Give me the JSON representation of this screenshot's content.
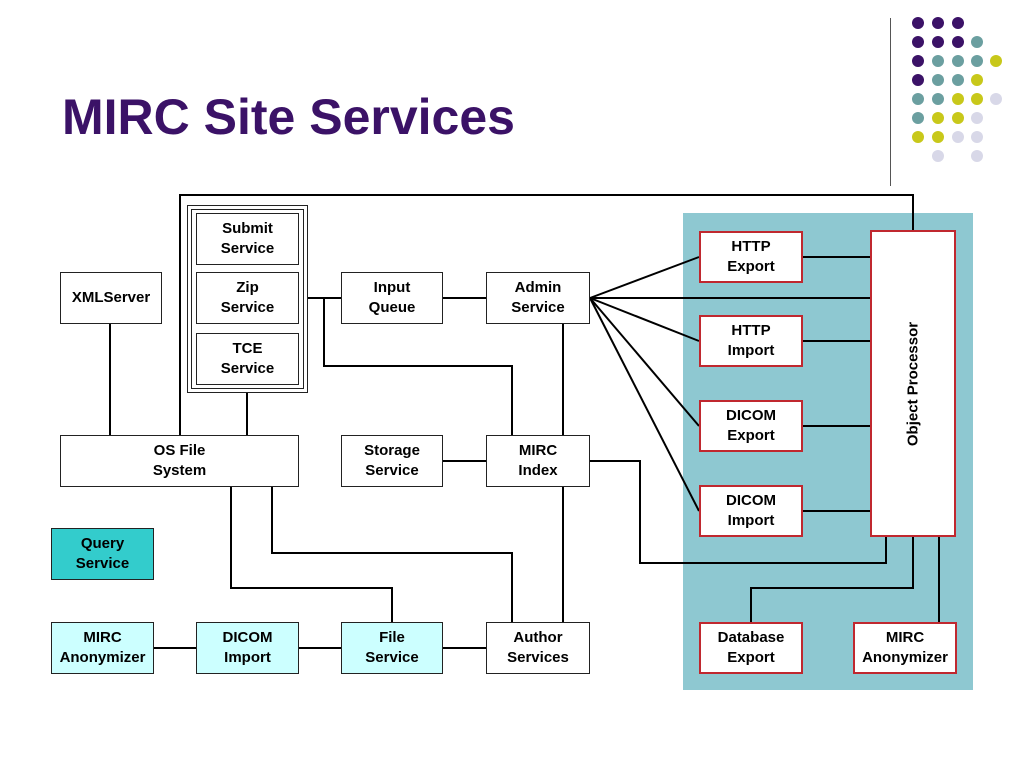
{
  "slide": {
    "title": "MIRC Site Services"
  },
  "colors": {
    "title": "#3b1267",
    "panel": "#8ec8d1",
    "red_border": "#c0282f",
    "cyan_fill": "#ccffff",
    "teal_fill": "#33cccc",
    "dot_purple": "#3b1267",
    "dot_teal": "#6b9fa0",
    "dot_yellow": "#c8c81a",
    "dot_lavender": "#d8d8e8"
  },
  "nodes": {
    "xmlserver": "XMLServer",
    "submit_service": "Submit\nService",
    "zip_service": "Zip\nService",
    "tce_service": "TCE\nService",
    "input_queue": "Input\nQueue",
    "admin_service": "Admin\nService",
    "os_file_system": "OS File\nSystem",
    "storage_service": "Storage\nService",
    "mirc_index": "MIRC\nIndex",
    "query_service": "Query\nService",
    "mirc_anonymizer_left": "MIRC\nAnonymizer",
    "dicom_import_left": "DICOM\nImport",
    "file_service": "File\nService",
    "author_services": "Author\nServices",
    "http_export": "HTTP\nExport",
    "http_import": "HTTP\nImport",
    "dicom_export": "DICOM\nExport",
    "dicom_import_right": "DICOM\nImport",
    "object_processor": "Object Processor",
    "database_export": "Database\nExport",
    "mirc_anonymizer_right": "MIRC\nAnonymizer"
  }
}
